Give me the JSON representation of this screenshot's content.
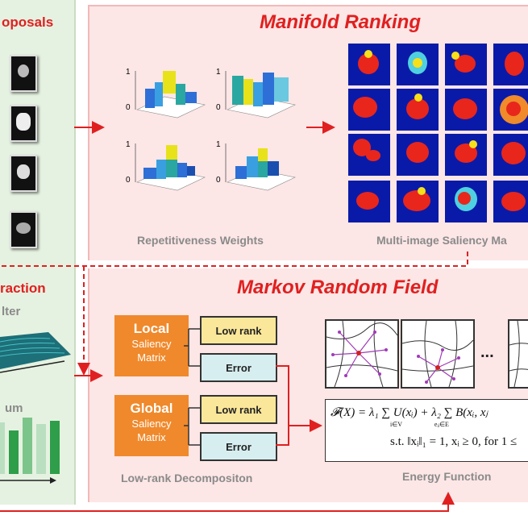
{
  "left": {
    "proposals_label": "oposals",
    "extraction_label": "raction",
    "filter_label": "lter",
    "um_label": "um"
  },
  "manifold": {
    "title": "Manifold Ranking",
    "weights_label": "Repetitiveness Weights",
    "saliency_label": "Multi-image Saliency Ma",
    "plot_tick_top": "1",
    "plot_tick_bottom": "0"
  },
  "mrf": {
    "title": "Markov Random Field",
    "local_title": "Local",
    "local_sub1": "Saliency",
    "local_sub2": "Matrix",
    "global_title": "Global",
    "global_sub1": "Saliency",
    "global_sub2": "Matrix",
    "low_rank": "Low rank",
    "error": "Error",
    "decomp_label": "Low-rank Decompositon",
    "energy_label": "Energy Function",
    "ellipsis": "...",
    "eq_line1": "𝓕(X) = λ₁ ∑ U(xᵢ) + λ₂ ∑ B(xᵢ, xⱼ",
    "eq_line1_sub": "i∈V                    eᵢⱼ∈E",
    "eq_line2": "s.t. ‖xᵢ‖₁ = 1, xᵢ ≥ 0, for 1 ≤"
  },
  "colors": {
    "title_red": "#e02020",
    "arrow_red": "#e02020",
    "orange": "#f0892b",
    "yellow": "#fbe79a",
    "light_blue": "#d7eef0",
    "pink_panel": "#fde6e6",
    "green_panel": "#e6f2e1",
    "bar_green": "#2e9e4a"
  }
}
